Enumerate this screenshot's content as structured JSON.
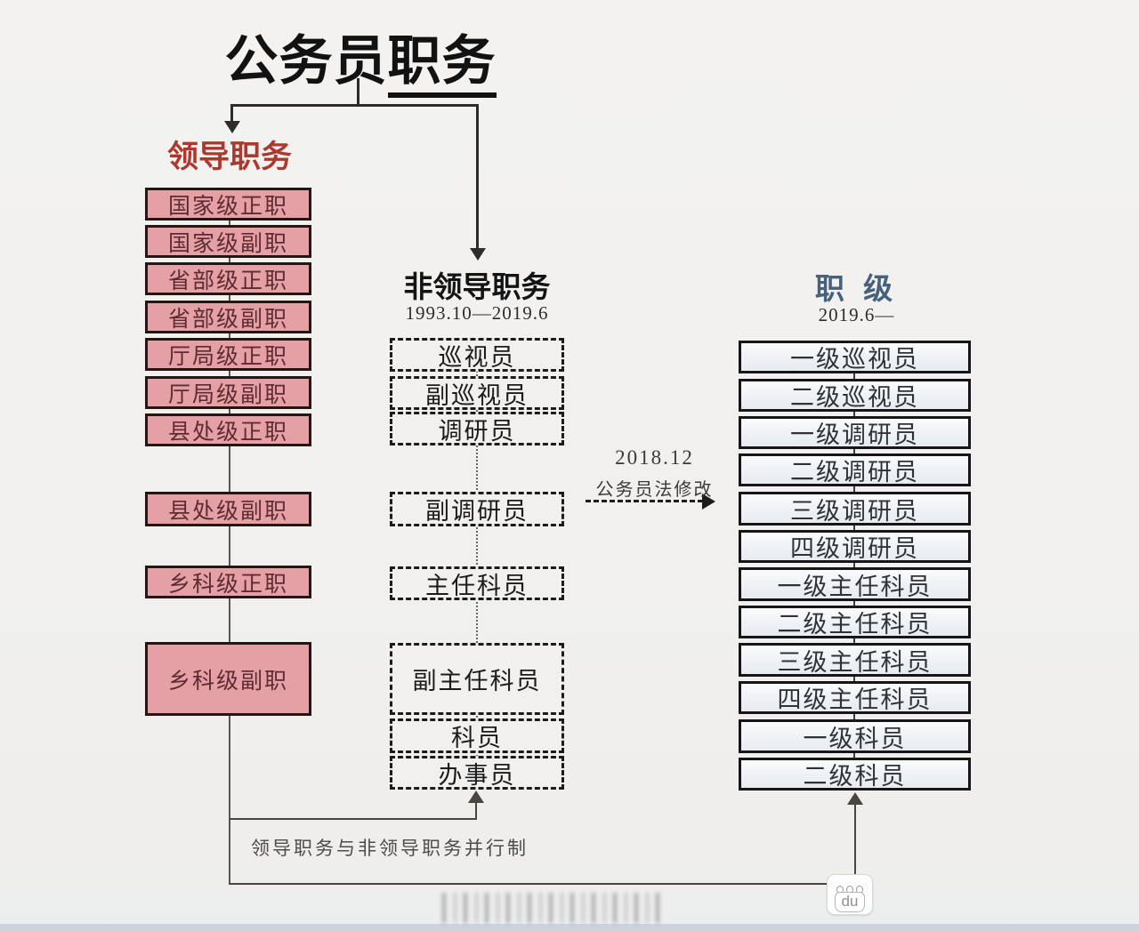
{
  "title": {
    "main": "公务员",
    "underlined": "职务"
  },
  "columns": {
    "leadership": {
      "header": "领导职务",
      "header_color": "#ac392f",
      "box_bg": "#e5a0a6",
      "box_text_color": "#5e2b30",
      "items": [
        "国家级正职",
        "国家级副职",
        "省部级正职",
        "省部级副职",
        "厅局级正职",
        "厅局级副职",
        "县处级正职",
        "县处级副职",
        "乡科级正职",
        "乡科级副职"
      ]
    },
    "non_leadership": {
      "header": "非领导职务",
      "subtitle": "1993.10—2019.6",
      "items": [
        "巡视员",
        "副巡视员",
        "调研员",
        "副调研员",
        "主任科员",
        "副主任科员",
        "科员",
        "办事员"
      ]
    },
    "rank": {
      "header": "职 级",
      "subtitle": "2019.6—",
      "header_color": "#45617b",
      "items": [
        "一级巡视员",
        "二级巡视员",
        "一级调研员",
        "二级调研员",
        "三级调研员",
        "四级调研员",
        "一级主任科员",
        "二级主任科员",
        "三级主任科员",
        "四级主任科员",
        "一级科员",
        "二级科员"
      ]
    }
  },
  "annotations": {
    "law_change_date": "2018.12",
    "law_change_text": "公务员法修改",
    "parallel_note": "领导职务与非领导职务并行制",
    "watermark_logo": "du"
  }
}
